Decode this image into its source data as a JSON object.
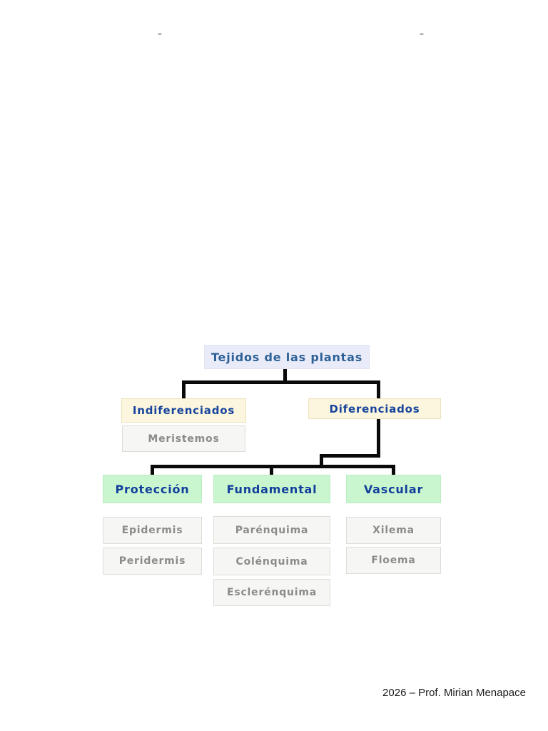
{
  "header": {
    "marks": [
      "–",
      "–"
    ]
  },
  "tree": {
    "title": "Tejidos de las plantas",
    "branches": [
      {
        "label": "Indiferenciados",
        "children": [
          "Meristemos"
        ]
      },
      {
        "label": "Diferenciados"
      }
    ],
    "categories": [
      {
        "label": "Protección",
        "children": [
          "Epidermis",
          "Peridermis"
        ]
      },
      {
        "label": "Fundamental",
        "children": [
          "Parénquima",
          "Colénquima",
          "Esclerénquima"
        ]
      },
      {
        "label": "Vascular",
        "children": [
          "Xilema",
          "Floema"
        ]
      }
    ],
    "colors": {
      "root_bg": "#e9ecf8",
      "branch_bg": "#fdf6de",
      "category_bg": "#c9f5cf",
      "leaf_bg": "#f6f6f4",
      "leaf_border": "#ddddd8",
      "title_text": "#2d6096",
      "label_text": "#16449c",
      "leaf_text": "#8b8b8b",
      "connector": "#0a0a0a"
    }
  },
  "footer": {
    "credit": "2026 – Prof. Mirian Menapace"
  }
}
